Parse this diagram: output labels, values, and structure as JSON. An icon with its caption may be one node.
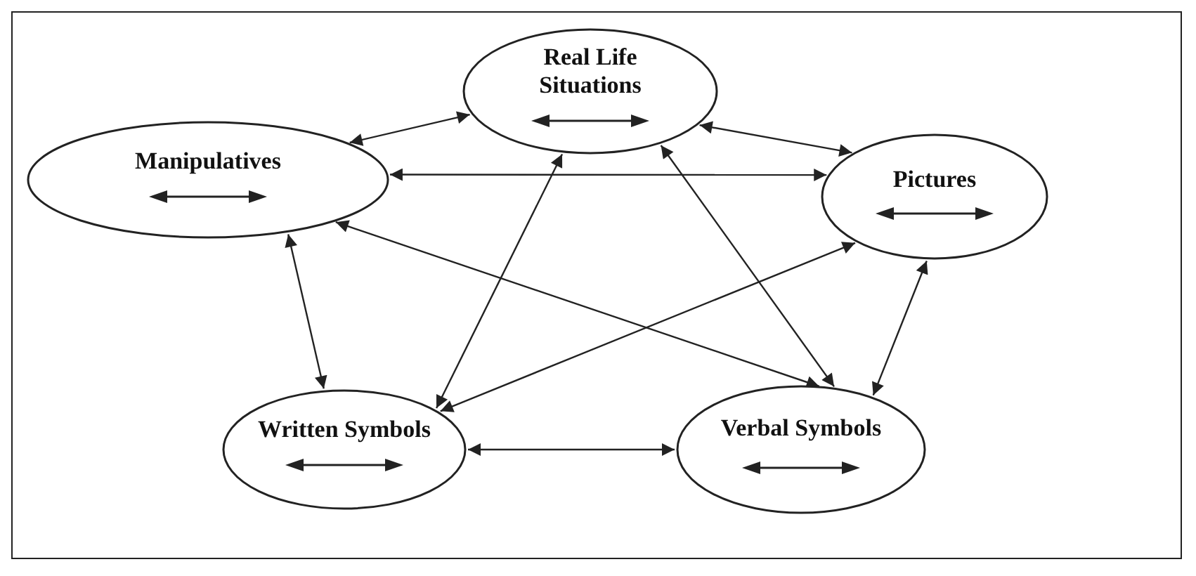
{
  "diagram": {
    "nodes": [
      {
        "text": [
          "Real Life Situations"
        ]
      },
      {
        "text": [
          "Manipulatives"
        ]
      },
      {
        "text": [
          "Pictures"
        ]
      },
      {
        "text": [
          "Written Symbols"
        ]
      },
      {
        "text": [
          "Verbal Symbols"
        ]
      }
    ],
    "edges": [
      {
        "from": 1,
        "to": 0,
        "arrow": "both"
      },
      {
        "from": 0,
        "to": 2,
        "arrow": "both"
      },
      {
        "from": 1,
        "to": 2,
        "arrow": "both"
      },
      {
        "from": 1,
        "to": 3,
        "arrow": "both"
      },
      {
        "from": 1,
        "to": 4,
        "arrow": "both"
      },
      {
        "from": 0,
        "to": 3,
        "arrow": "both"
      },
      {
        "from": 0,
        "to": 4,
        "arrow": "both"
      },
      {
        "from": 2,
        "to": 3,
        "arrow": "both"
      },
      {
        "from": 2,
        "to": 4,
        "arrow": "both"
      },
      {
        "from": 3,
        "to": 4,
        "arrow": "both"
      }
    ]
  }
}
